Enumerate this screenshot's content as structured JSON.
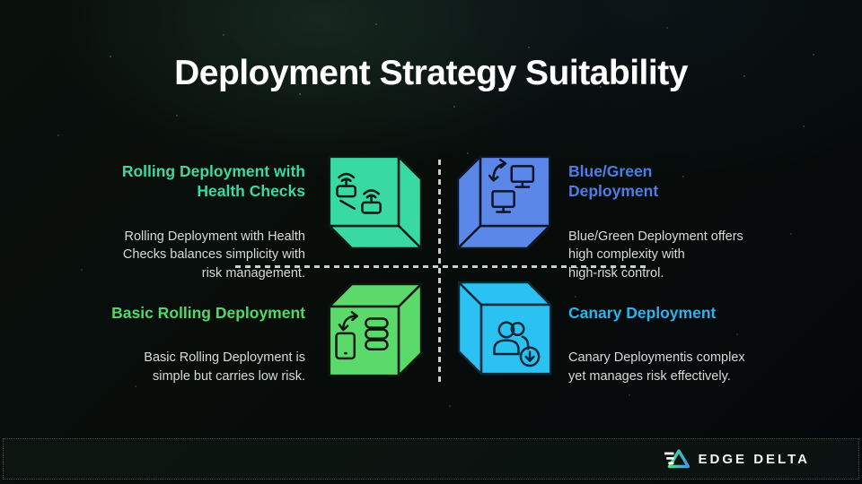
{
  "title": "Deployment Strategy Suitability",
  "quadrants": [
    {
      "id": "rolling-with-health-checks",
      "heading": "Rolling Deployment with\nHealth Checks",
      "body": "Rolling Deployment with Health\nChecks balances simplicity with\nrisk management.",
      "accent": "#3bd9a0",
      "cube_fill": "#38d9a3",
      "icon": "router-network-icon"
    },
    {
      "id": "blue-green",
      "heading": "Blue/Green\nDeployment",
      "body": "Blue/Green Deployment offers\nhigh complexity with\nhigh-risk control.",
      "accent": "#4b7ee9",
      "cube_fill": "#5b87e9",
      "icon": "monitors-swap-icon"
    },
    {
      "id": "basic-rolling",
      "heading": "Basic Rolling Deployment",
      "body": "Basic Rolling Deployment is\nsimple but carries low risk.",
      "accent": "#4fdb63",
      "cube_fill": "#5cd96b",
      "icon": "device-database-sync-icon"
    },
    {
      "id": "canary",
      "heading": "Canary Deployment",
      "body": "Canary Deploymentis complex\nyet manages risk effectively.",
      "accent": "#27b4ef",
      "cube_fill": "#2bc1f2",
      "icon": "users-release-icon"
    }
  ],
  "colors": {
    "background": "#070c0a",
    "body_text": "#d6dbd8",
    "divider": "#c9cfca",
    "title_text": "#ffffff"
  },
  "footer": {
    "brand": "EDGE DELTA",
    "logo_gradient": [
      "#55e287",
      "#2f9df0"
    ]
  }
}
